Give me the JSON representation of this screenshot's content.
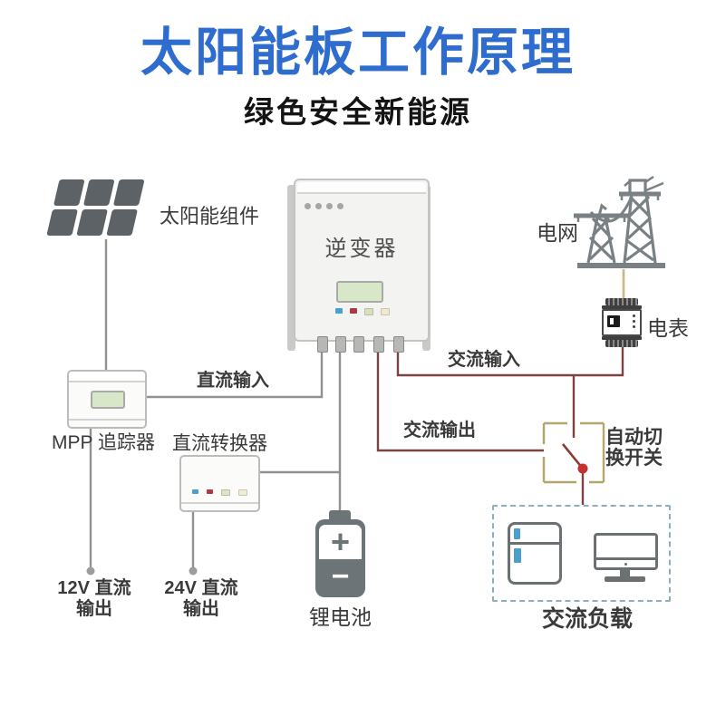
{
  "header": {
    "title": "太阳能板工作原理",
    "subtitle": "绿色安全新能源"
  },
  "colors": {
    "title_blue": "#2e6cce",
    "dc_wire_gray": "#919191",
    "ac_wire_red": "#7d4343",
    "grid_wire_tan": "#c9b87e",
    "switch_box_tan": "#b5a66a",
    "switch_dot_red": "#c43030",
    "icon_gray": "#6b7173",
    "panel_gray": "#5c6265",
    "handle_blue": "#4aa0cc",
    "load_dash_blue": "#8caebf",
    "lcd_green": "#d9e7c9"
  },
  "nodes": {
    "solar_panel": {
      "label": "太阳能组件"
    },
    "inverter": {
      "label": "逆变器"
    },
    "grid": {
      "label": "电网"
    },
    "meter": {
      "label": "电表"
    },
    "mpp_tracker": {
      "label": "MPP 追踪器"
    },
    "dc_converter": {
      "label": "直流转换器"
    },
    "battery": {
      "label": "锂电池",
      "plus": "+",
      "minus": "−"
    },
    "transfer_switch": {
      "label_line1": "自动切",
      "label_line2": "换开关"
    },
    "ac_load": {
      "label": "交流负载"
    }
  },
  "wire_labels": {
    "dc_input": "直流输入",
    "ac_input": "交流输入",
    "ac_output": "交流输出",
    "dc_12v_line1": "12V 直流",
    "dc_12v_line2": "输出",
    "dc_24v_line1": "24V 直流",
    "dc_24v_line2": "输出"
  }
}
